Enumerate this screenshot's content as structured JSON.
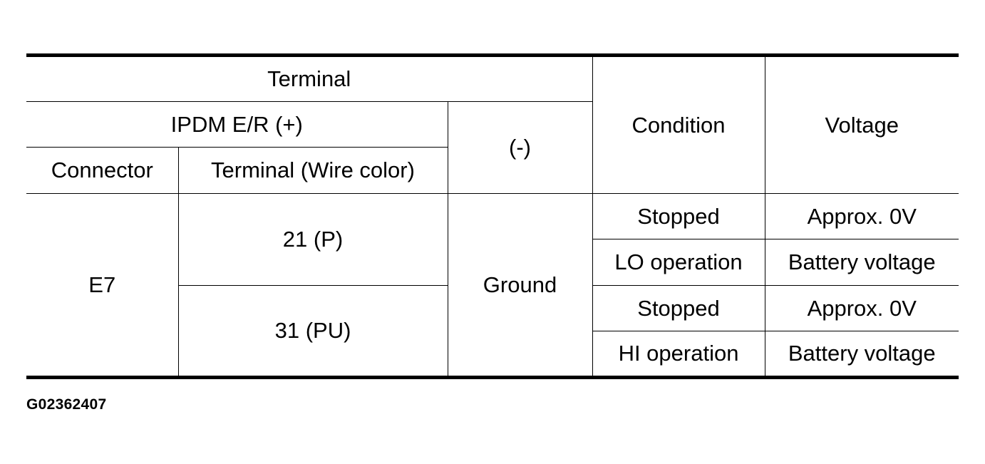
{
  "table": {
    "header": {
      "terminal": "Terminal",
      "ipdm_er_plus": "IPDM E/R (+)",
      "minus": "(-)",
      "condition": "Condition",
      "voltage": "Voltage",
      "connector": "Connector",
      "terminal_wire_color": "Terminal (Wire color)"
    },
    "rows": [
      {
        "connector": "E7",
        "terminal": "21 (P)",
        "ground": "Ground",
        "conditions": [
          {
            "condition": "Stopped",
            "voltage": "Approx. 0V"
          },
          {
            "condition": "LO operation",
            "voltage": "Battery voltage"
          }
        ]
      },
      {
        "terminal": "31 (PU)",
        "conditions": [
          {
            "condition": "Stopped",
            "voltage": "Approx. 0V"
          },
          {
            "condition": "HI operation",
            "voltage": "Battery voltage"
          }
        ]
      }
    ]
  },
  "figure_id": "G02362407"
}
